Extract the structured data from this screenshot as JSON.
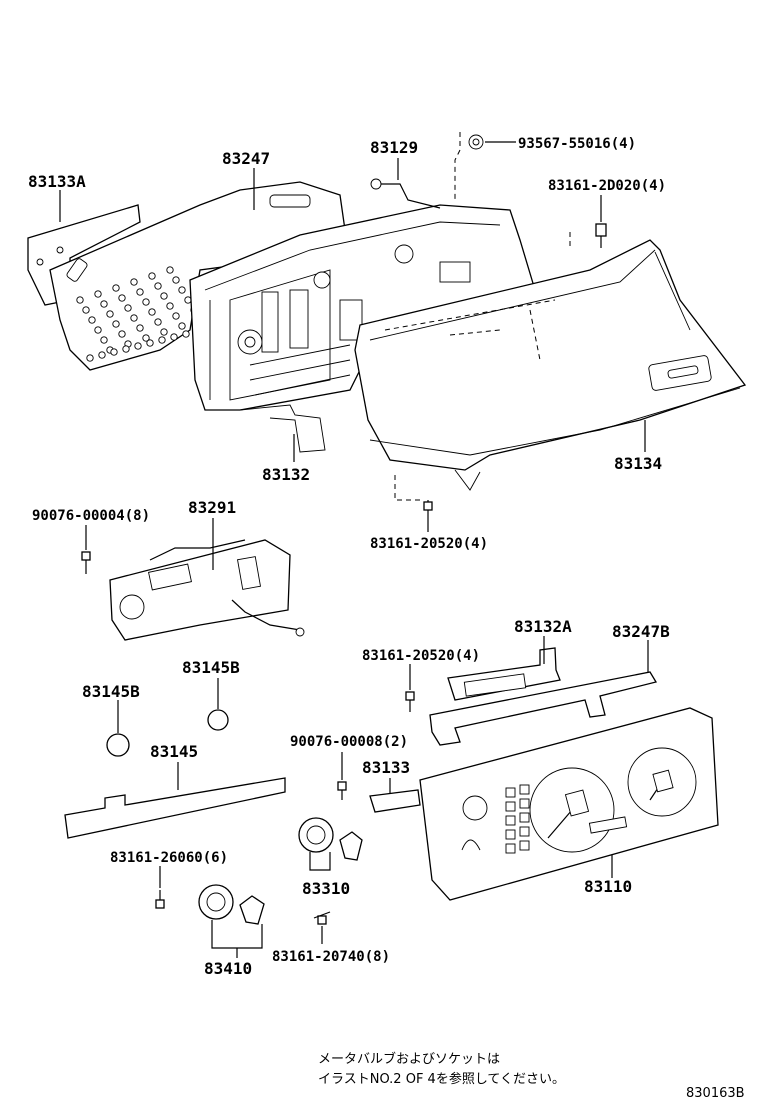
{
  "labels": {
    "p83133A": "83133A",
    "p83247": "83247",
    "p83129": "83129",
    "p93567": "93567-55016(4)",
    "p83161_2D020": "83161-2D020(4)",
    "p83132": "83132",
    "p83134": "83134",
    "p83161_20520_top": "83161-20520(4)",
    "p90076_00004": "90076-00004(8)",
    "p83291": "83291",
    "p83145B_a": "83145B",
    "p83145B_b": "83145B",
    "p83132A": "83132A",
    "p83247B": "83247B",
    "p83161_20520_mid": "83161-20520(4)",
    "p83145": "83145",
    "p90076_00008": "90076-00008(2)",
    "p83133": "83133",
    "p83161_26060": "83161-26060(6)",
    "p83310": "83310",
    "p83110": "83110",
    "p83410": "83410",
    "p83161_20740": "83161-20740(8)"
  },
  "note": {
    "line1": "メータバルブおよびソケットは",
    "line2": "イラストNO.2 OF 4を参照してください。"
  },
  "figure_id": "830163B"
}
